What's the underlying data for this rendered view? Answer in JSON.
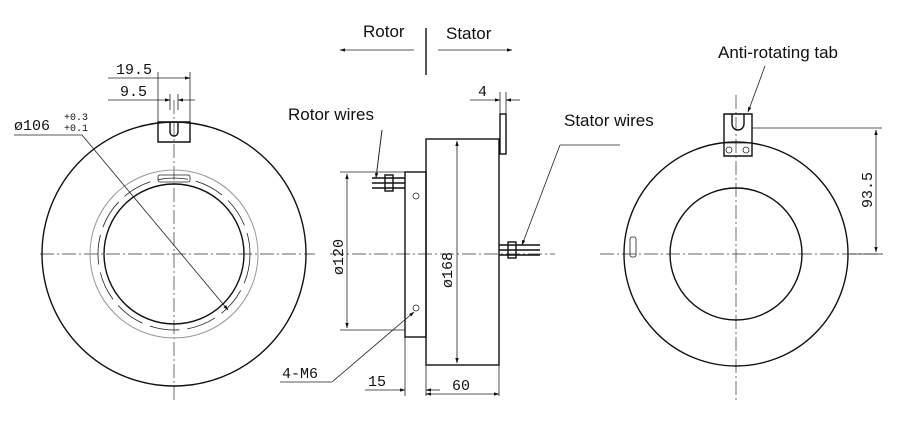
{
  "labels": {
    "rotor": "Rotor",
    "stator": "Stator",
    "rotor_wires": "Rotor wires",
    "stator_wires": "Stator wires",
    "anti_rotating_tab": "Anti-rotating tab"
  },
  "dimensions": {
    "d_19_5": "19.5",
    "d_9_5": "9.5",
    "bore_base": "ø106",
    "bore_tol_upper": "+0.3",
    "bore_tol_lower": "+0.1",
    "d_4": "4",
    "d_120": "ø120",
    "d_168": "ø168",
    "d_15": "15",
    "d_60": "60",
    "d_93_5": "93.5",
    "holes": "4-M6"
  },
  "colors": {
    "line": "#111111",
    "background": "#ffffff"
  }
}
